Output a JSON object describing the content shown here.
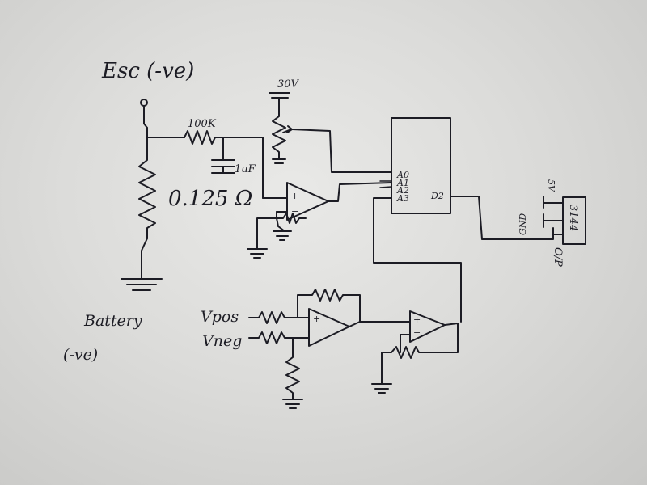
{
  "labels": {
    "esc": "Esc (-ve)",
    "res_100k": "100K",
    "cap_1uf": "1uF",
    "shunt": "0.125 Ω",
    "supply_30v": "30V",
    "battery": "Battery",
    "battery_ve": "(-ve)",
    "pin_a0": "A0",
    "pin_a1": "A1",
    "pin_a2": "A2",
    "pin_a3": "A3",
    "pin_d2": "D2",
    "sensor": "3144",
    "sensor_5v": "5V",
    "sensor_gnd": "GND",
    "sensor_op": "O/P",
    "vpos": "Vpos",
    "vneg": "Vneg"
  }
}
